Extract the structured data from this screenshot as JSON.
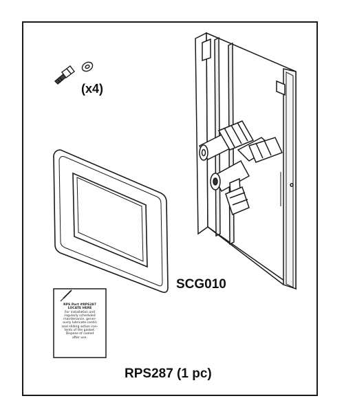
{
  "labels": {
    "screw_quantity": "(x4)",
    "kit_part_number": "SCG010",
    "card_part_number": "RPS287 (1 pc)"
  },
  "instruction_card": {
    "heading_lines": [
      "RPS Part #RPS287",
      "LOCATE HERE"
    ],
    "body_lines": [
      "For installation and",
      "regularly scheduled",
      "maintenance, gener-",
      "ously lubricate contin",
      "seal sliding action con-",
      "tents of the gasket.",
      "Dispose of cooled",
      "after use."
    ]
  },
  "icons": [
    "screw-icon",
    "washer-icon",
    "gasket-icon",
    "bracket-icon",
    "fitting-icon",
    "instruction-card-icon"
  ]
}
